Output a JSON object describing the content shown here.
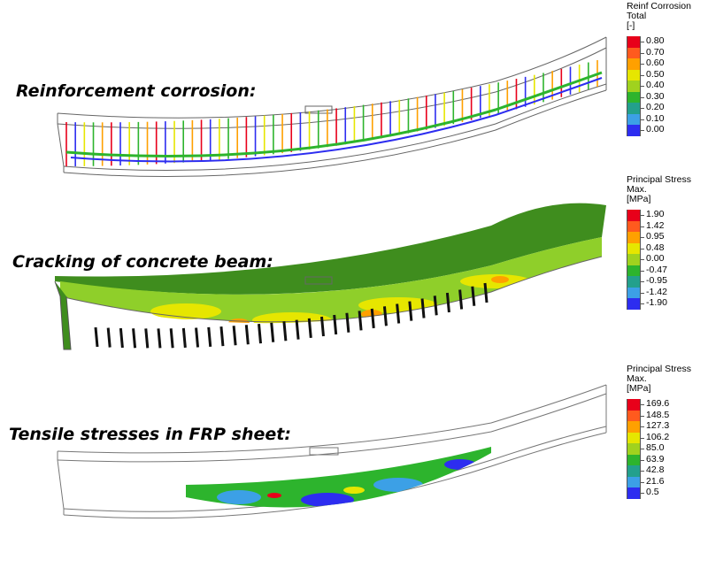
{
  "panels": [
    {
      "title": "Reinforcement corrosion:",
      "legend": {
        "line1": "Reinf Corrosion",
        "line2": "Total",
        "line3": "[-]",
        "labels": [
          "0.80",
          "0.70",
          "0.60",
          "0.50",
          "0.40",
          "0.30",
          "0.20",
          "0.10",
          "0.00"
        ],
        "colors": [
          "#e8001a",
          "#ff5a1e",
          "#ffa000",
          "#e6e600",
          "#a0d21e",
          "#2db42d",
          "#23a08c",
          "#3ca0e6",
          "#2d2df0"
        ]
      }
    },
    {
      "title": "Cracking of concrete beam:",
      "legend": {
        "line1": "Principal Stress",
        "line2": "Max.",
        "line3": "[MPa]",
        "labels": [
          "1.90",
          "1.42",
          "0.95",
          "0.48",
          "0.00",
          "-0.47",
          "-0.95",
          "-1.42",
          "-1.90"
        ],
        "colors": [
          "#e8001a",
          "#ff5a1e",
          "#ffa000",
          "#e6e600",
          "#a0d21e",
          "#2db42d",
          "#23a08c",
          "#3ca0e6",
          "#2d2df0"
        ]
      }
    },
    {
      "title": "Tensile stresses in FRP sheet:",
      "legend": {
        "line1": "Principal Stress",
        "line2": "Max.",
        "line3": "[MPa]",
        "labels": [
          "169.6",
          "148.5",
          "127.3",
          "106.2",
          "85.0",
          "63.9",
          "42.8",
          "21.6",
          "0.5"
        ],
        "colors": [
          "#e8001a",
          "#ff5a1e",
          "#ffa000",
          "#e6e600",
          "#a0d21e",
          "#2db42d",
          "#23a08c",
          "#3ca0e6",
          "#2d2df0"
        ]
      }
    }
  ]
}
